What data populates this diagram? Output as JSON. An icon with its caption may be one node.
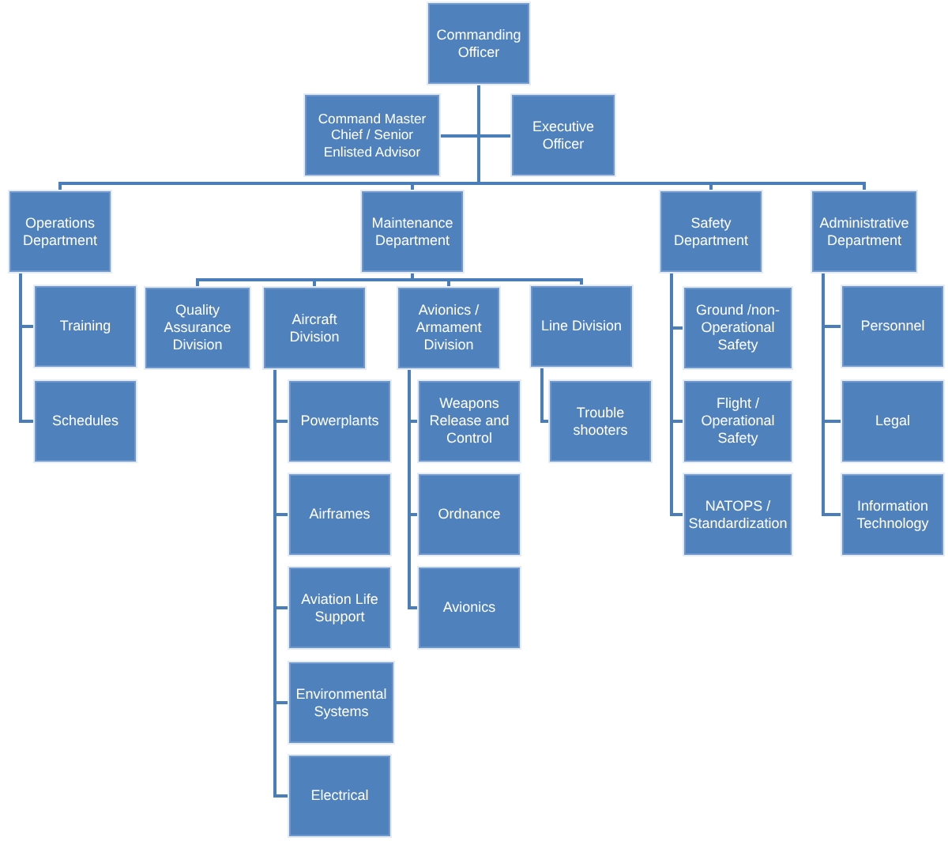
{
  "diagram": {
    "nodes": [
      {
        "text": [
          "Commanding Officer"
        ]
      },
      {
        "text": [
          "Command Master Chief / Senior Enlisted Advisor"
        ]
      },
      {
        "text": [
          "Executive Officer"
        ]
      },
      {
        "text": [
          "Operations Department"
        ]
      },
      {
        "text": [
          "Maintenance Department"
        ]
      },
      {
        "text": [
          "Safety Department"
        ]
      },
      {
        "text": [
          "Administrative Department"
        ]
      },
      {
        "text": [
          "Training"
        ]
      },
      {
        "text": [
          "Schedules"
        ]
      },
      {
        "text": [
          "Quality Assurance Division"
        ]
      },
      {
        "text": [
          "Aircraft Division"
        ]
      },
      {
        "text": [
          "Avionics / Armament Division"
        ]
      },
      {
        "text": [
          "Line Division"
        ]
      },
      {
        "text": [
          "Powerplants"
        ]
      },
      {
        "text": [
          "Airframes"
        ]
      },
      {
        "text": [
          "Aviation Life Support"
        ]
      },
      {
        "text": [
          "Environmental Systems"
        ]
      },
      {
        "text": [
          "Electrical"
        ]
      },
      {
        "text": [
          "Weapons Release and Control"
        ]
      },
      {
        "text": [
          "Ordnance"
        ]
      },
      {
        "text": [
          "Avionics"
        ]
      },
      {
        "text": [
          "Trouble shooters"
        ]
      },
      {
        "text": [
          "Ground /non-Operational Safety"
        ]
      },
      {
        "text": [
          "Flight / Operational Safety"
        ]
      },
      {
        "text": [
          "NATOPS / Standardization"
        ]
      },
      {
        "text": [
          "Personnel"
        ]
      },
      {
        "text": [
          "Legal"
        ]
      },
      {
        "text": [
          "Information Technology"
        ]
      }
    ],
    "edges": [
      {
        "from": 0,
        "to": 1,
        "arrow": "none"
      },
      {
        "from": 0,
        "to": 2,
        "arrow": "none"
      },
      {
        "from": 0,
        "to": 3,
        "arrow": "none"
      },
      {
        "from": 0,
        "to": 4,
        "arrow": "none"
      },
      {
        "from": 0,
        "to": 5,
        "arrow": "none"
      },
      {
        "from": 0,
        "to": 6,
        "arrow": "none"
      },
      {
        "from": 3,
        "to": 7,
        "arrow": "none"
      },
      {
        "from": 3,
        "to": 8,
        "arrow": "none"
      },
      {
        "from": 4,
        "to": 9,
        "arrow": "none"
      },
      {
        "from": 4,
        "to": 10,
        "arrow": "none"
      },
      {
        "from": 4,
        "to": 11,
        "arrow": "none"
      },
      {
        "from": 4,
        "to": 12,
        "arrow": "none"
      },
      {
        "from": 10,
        "to": 13,
        "arrow": "none"
      },
      {
        "from": 10,
        "to": 14,
        "arrow": "none"
      },
      {
        "from": 10,
        "to": 15,
        "arrow": "none"
      },
      {
        "from": 10,
        "to": 16,
        "arrow": "none"
      },
      {
        "from": 10,
        "to": 17,
        "arrow": "none"
      },
      {
        "from": 11,
        "to": 18,
        "arrow": "none"
      },
      {
        "from": 11,
        "to": 19,
        "arrow": "none"
      },
      {
        "from": 11,
        "to": 20,
        "arrow": "none"
      },
      {
        "from": 12,
        "to": 21,
        "arrow": "none"
      },
      {
        "from": 5,
        "to": 22,
        "arrow": "none"
      },
      {
        "from": 5,
        "to": 23,
        "arrow": "none"
      },
      {
        "from": 5,
        "to": 24,
        "arrow": "none"
      },
      {
        "from": 6,
        "to": 25,
        "arrow": "none"
      },
      {
        "from": 6,
        "to": 26,
        "arrow": "none"
      },
      {
        "from": 6,
        "to": 27,
        "arrow": "none"
      }
    ]
  }
}
